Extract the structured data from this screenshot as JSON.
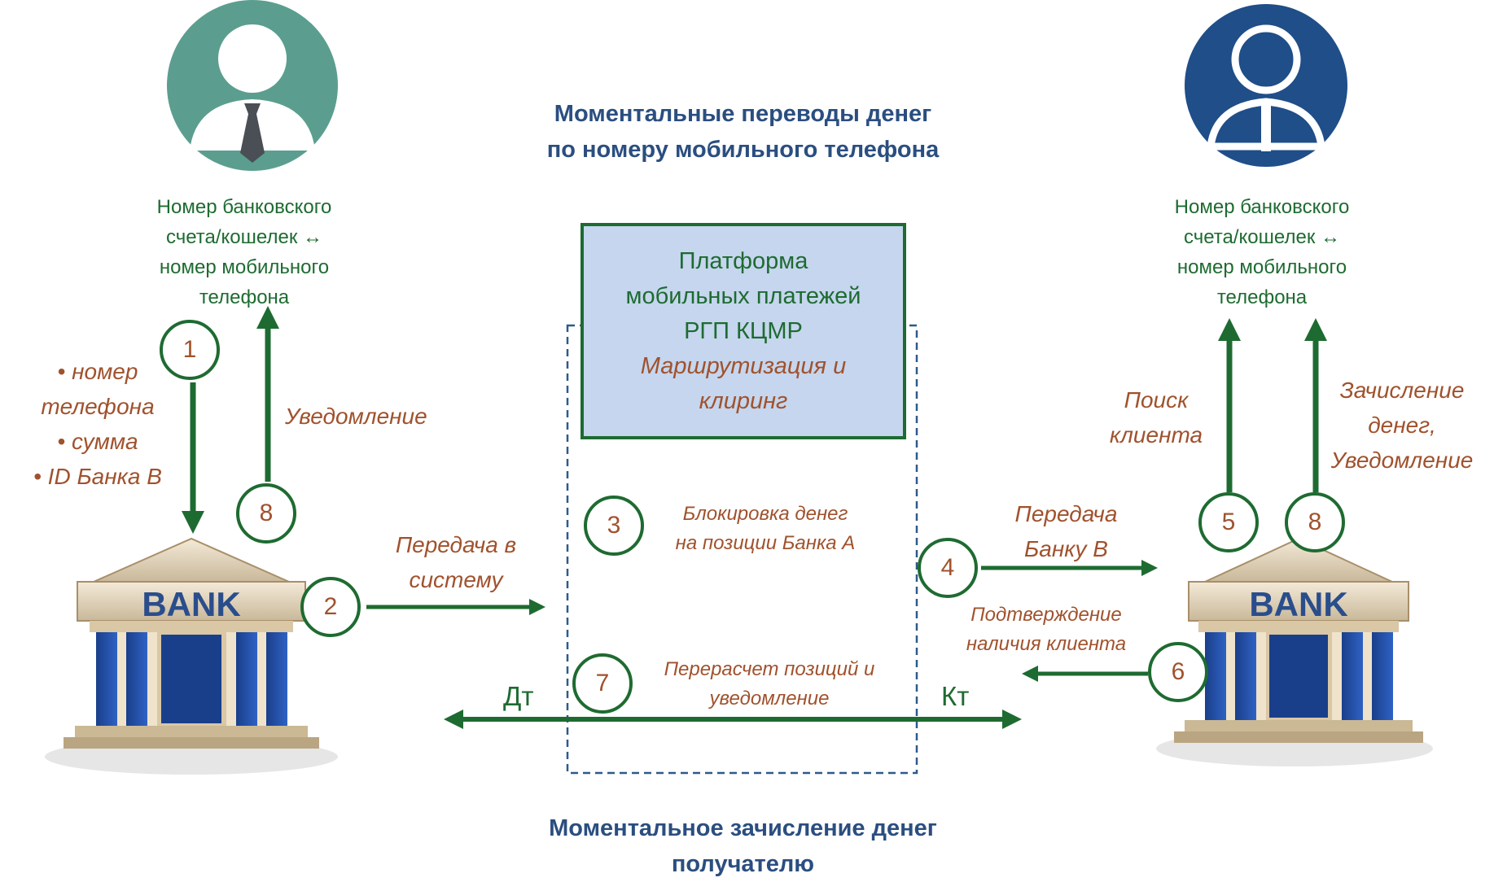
{
  "header": {
    "title_line1": "Моментальные переводы денег",
    "title_line2": "по номеру мобильного телефона"
  },
  "footer": {
    "title_line1": "Моментальное зачисление денег",
    "title_line2": "получателю"
  },
  "sender": {
    "account_lines": [
      "Номер банковского",
      "счета/кошелек ↔",
      "номер мобильного",
      "телефона"
    ],
    "params": [
      "• номер",
      "телефона",
      "• сумма",
      "• ID Банка В"
    ],
    "notification_label": "Уведомление"
  },
  "receiver": {
    "account_lines": [
      "Номер банковского",
      "счета/кошелек ↔",
      "номер мобильного",
      "телефона"
    ],
    "search_label": [
      "Поиск",
      "клиента"
    ],
    "credit_label": [
      "Зачисление",
      "денег,",
      "Уведомление"
    ]
  },
  "platform": {
    "lines": [
      "Платформа",
      "мобильных платежей",
      "РГП КЦМР"
    ],
    "italic_lines": [
      "Маршрутизация и",
      "клиринг"
    ]
  },
  "banks": {
    "left_label": "BANK",
    "right_label": "BANK"
  },
  "steps": {
    "s1": "1",
    "s2": "2",
    "s3": "3",
    "s4": "4",
    "s5": "5",
    "s6": "6",
    "s7": "7",
    "s8a": "8",
    "s8b": "8"
  },
  "flows": {
    "transfer_to_system": [
      "Передача в",
      "систему"
    ],
    "block_money": [
      "Блокировка денег",
      "на позиции Банка А"
    ],
    "transfer_to_bank_b": [
      "Передача",
      "Банку В"
    ],
    "confirm_client": [
      "Подтверждение",
      "наличия клиента"
    ],
    "recalc": [
      "Перерасчет позиций и",
      "уведомление"
    ],
    "debit": "Дт",
    "credit": "Кт"
  },
  "colors": {
    "green": "#1e6b31",
    "brown_text": "#a0522d",
    "title_blue": "#2a4e80",
    "platform_fill": "#c5d6ee",
    "sender_avatar": "#5b9e8f",
    "receiver_avatar": "#1f4e89",
    "dashed_border": "#2e5a8a"
  }
}
